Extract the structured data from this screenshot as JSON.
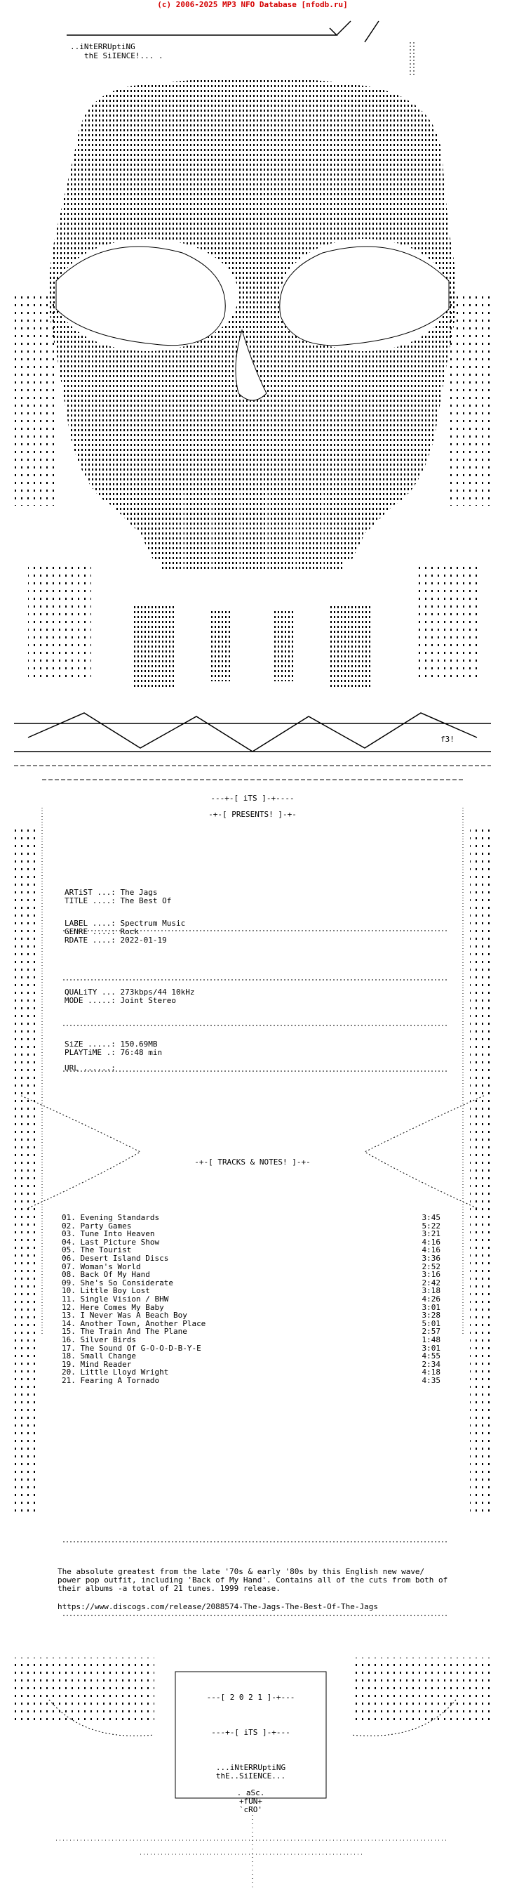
{
  "banner": "(c) 2006-2025 MP3 NFO Database [nfodb.ru]",
  "header": {
    "line1": "..iNtERRUptiNG",
    "line2": "thE SiIENCE!... ."
  },
  "logo_tag": "f3!",
  "group_line": "---+-[ iTS ]-+----",
  "presents": "-+-[ PRESENTS! ]-+-",
  "info": {
    "artist_label": "ARTiST ...:",
    "artist": "The Jags",
    "title_label": "TITLE ....:",
    "title": "The Best Of",
    "label_label": "LABEL ....:",
    "label": "Spectrum Music",
    "genre_label": "GENRE ....:",
    "genre": "Rock",
    "rdate_label": "RDATE ....:",
    "rdate": "2022-01-19",
    "quality_label": "QUALiTY ...",
    "quality": "273kbps/44 10kHz",
    "mode_label": "MODE .....:",
    "mode": "Joint Stereo",
    "size_label": "SiZE .....:",
    "size": "150.69MB",
    "playtime_label": "PLAYTiME .:",
    "playtime": "76:48 min",
    "url_label": "URL ......:"
  },
  "tracks_header": "-+-[ TRACKS & NOTES! ]-+-",
  "tracks": [
    {
      "no": "01.",
      "title": "Evening Standards",
      "time": "3:45"
    },
    {
      "no": "02.",
      "title": "Party Games",
      "time": "5:22"
    },
    {
      "no": "03.",
      "title": "Tune Into Heaven",
      "time": "3:21"
    },
    {
      "no": "04.",
      "title": "Last Picture Show",
      "time": "4:16"
    },
    {
      "no": "05.",
      "title": "The Tourist",
      "time": "4:16"
    },
    {
      "no": "06.",
      "title": "Desert Island Discs",
      "time": "3:36"
    },
    {
      "no": "07.",
      "title": "Woman's World",
      "time": "2:52"
    },
    {
      "no": "08.",
      "title": "Back Of My Hand",
      "time": "3:16"
    },
    {
      "no": "09.",
      "title": "She's So Considerate",
      "time": "2:42"
    },
    {
      "no": "10.",
      "title": "Little Boy Lost",
      "time": "3:18"
    },
    {
      "no": "11.",
      "title": "Single Vision / BHW",
      "time": "4:26"
    },
    {
      "no": "12.",
      "title": "Here Comes My Baby",
      "time": "3:01"
    },
    {
      "no": "13.",
      "title": "I Never Was A Beach Boy",
      "time": "3:28"
    },
    {
      "no": "14.",
      "title": "Another Town, Another Place",
      "time": "5:01"
    },
    {
      "no": "15.",
      "title": "The Train And The Plane",
      "time": "2:57"
    },
    {
      "no": "16.",
      "title": "Silver Birds",
      "time": "1:48"
    },
    {
      "no": "17.",
      "title": "The Sound Of G-O-O-D-B-Y-E",
      "time": "3:01"
    },
    {
      "no": "18.",
      "title": "Small Change",
      "time": "4:55"
    },
    {
      "no": "19.",
      "title": "Mind Reader",
      "time": "2:34"
    },
    {
      "no": "20.",
      "title": "Little Lloyd Wright",
      "time": "4:18"
    },
    {
      "no": "21.",
      "title": "Fearing A Tornado",
      "time": "4:35"
    }
  ],
  "notes": {
    "text": "The absolute greatest from the late '70s & early '80s by this English new wave/ power pop outfit, including 'Back of My Hand'. Contains all of the cuts from both of their albums -a total of 21 tunes. 1999 release.",
    "link": "https://www.discogs.com/release/2088574-The-Jags-The-Best-Of-The-Jags"
  },
  "footer": {
    "year": "---[ 2 0 2 1 ]-+---",
    "group": "---+-[ iTS ]-+---",
    "line1": "...iNtERRUptiNG",
    "line2": "thE..SiIENCE...",
    "credit1": ". aSc.",
    "credit2": "+fUN+",
    "credit3": "`cRO'"
  }
}
